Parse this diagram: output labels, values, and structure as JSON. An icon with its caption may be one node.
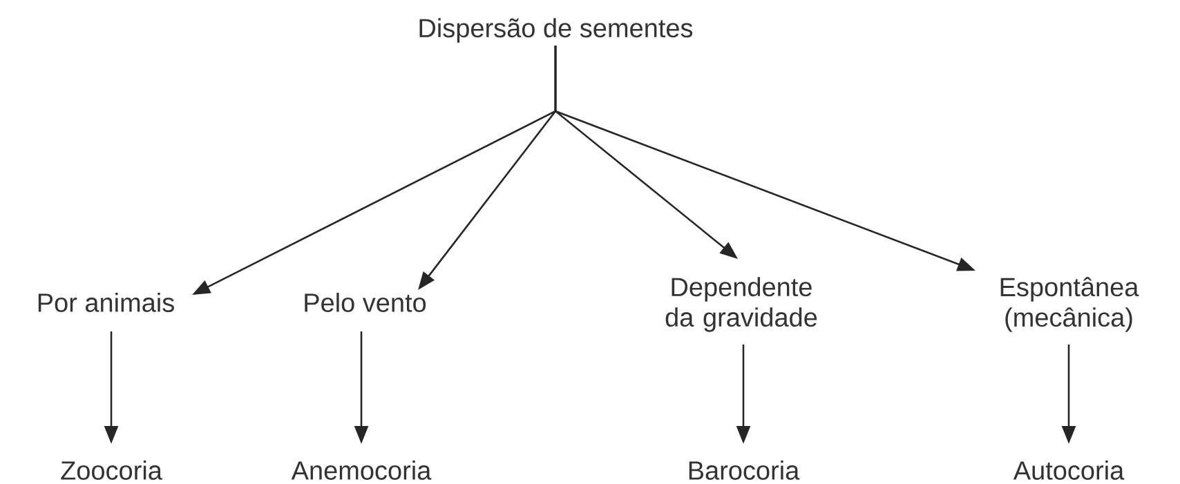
{
  "diagram": {
    "nodes": [
      {
        "text": [
          "Dispersão de sementes"
        ]
      },
      {
        "text": [
          "Por animais"
        ]
      },
      {
        "text": [
          "Pelo vento"
        ]
      },
      {
        "text": [
          "Dependente da gravidade"
        ]
      },
      {
        "text": [
          "Espontânea (mecânica)"
        ]
      },
      {
        "text": [
          "Zoocoria"
        ]
      },
      {
        "text": [
          "Anemocoria"
        ]
      },
      {
        "text": [
          "Barocoria"
        ]
      },
      {
        "text": [
          "Autocoria"
        ]
      }
    ],
    "edges": [
      {
        "from": 0,
        "to": 1,
        "arrow": "to"
      },
      {
        "from": 0,
        "to": 2,
        "arrow": "to"
      },
      {
        "from": 0,
        "to": 3,
        "arrow": "to"
      },
      {
        "from": 0,
        "to": 4,
        "arrow": "to"
      },
      {
        "from": 1,
        "to": 5,
        "arrow": "to"
      },
      {
        "from": 2,
        "to": 6,
        "arrow": "to"
      },
      {
        "from": 3,
        "to": 7,
        "arrow": "to"
      },
      {
        "from": 4,
        "to": 8,
        "arrow": "to"
      }
    ]
  }
}
